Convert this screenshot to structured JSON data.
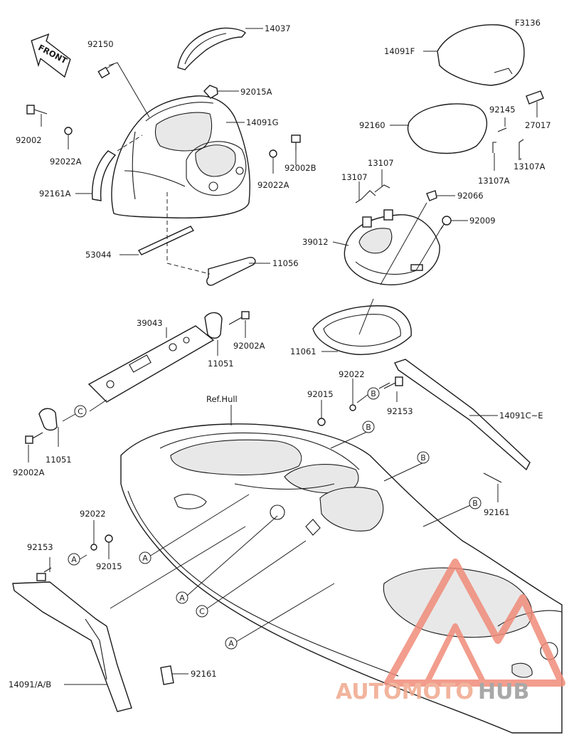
{
  "figure_code": "F3136",
  "ref_label": "Ref.Hull",
  "front_label": "FRONT",
  "callouts": {
    "14037": "14037",
    "14091F": "14091F",
    "92150": "92150",
    "92015A": "92015A",
    "14091G": "14091G",
    "92002": "92002",
    "92022A_left": "92022A",
    "92022A_right": "92022A",
    "92002B": "92002B",
    "92161A": "92161A",
    "53044": "53044",
    "11056": "11056",
    "92160": "92160",
    "92145": "92145",
    "27017": "27017",
    "13107A_left": "13107A",
    "13107A_right": "13107A",
    "13107_top": "13107",
    "13107_left": "13107",
    "92066": "92066",
    "92009": "92009",
    "39012": "39012",
    "11061": "11061",
    "39043": "39043",
    "92002A_top": "92002A",
    "11051_top": "11051",
    "92002A_bottom": "92002A",
    "11051_bottom": "11051",
    "92022_right": "92022",
    "92015_right": "92015",
    "92153_right": "92153",
    "14091CE": "14091C~E",
    "92161_right": "92161",
    "92022_left": "92022",
    "92153_left": "92153",
    "92015_left": "92015",
    "14091AB": "14091/A/B",
    "92161_bottom": "92161"
  },
  "ref_markers": {
    "A": "A",
    "B": "B",
    "C": "C"
  },
  "watermark": {
    "part1": "AUTOMOTO",
    "part2": "HUB",
    "color_primary": "#f0a88c",
    "color_secondary": "#9a9a9a"
  }
}
